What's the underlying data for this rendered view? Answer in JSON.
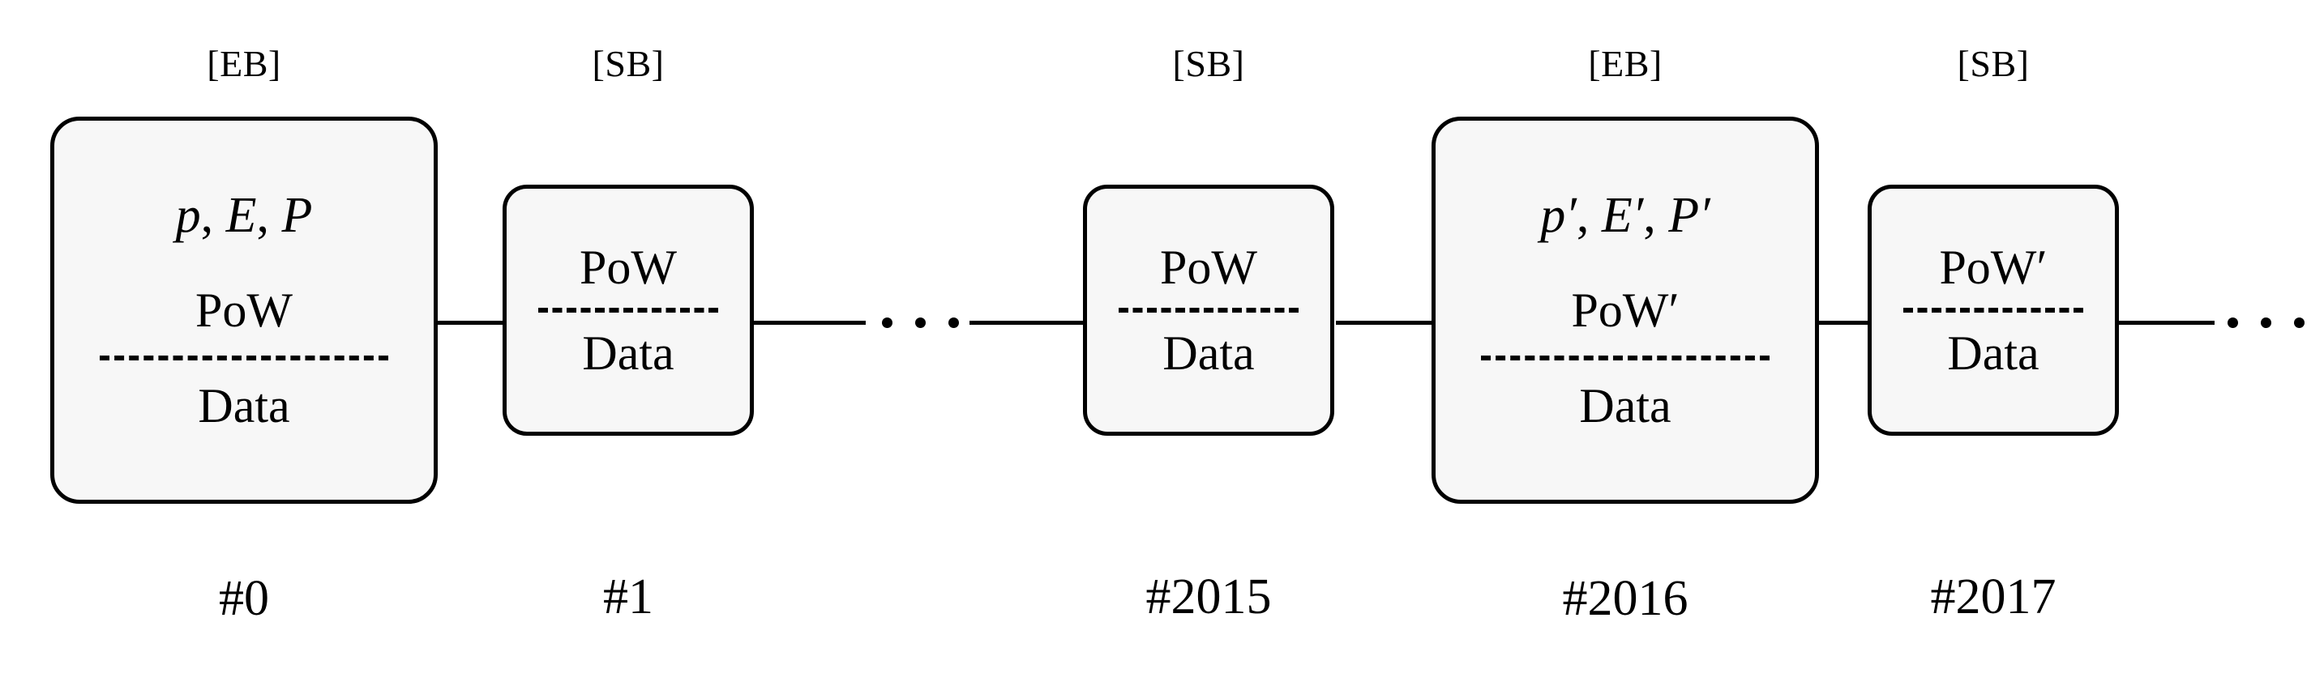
{
  "diagram": {
    "title": "Blockchain with extended blocks and standard blocks",
    "background_color": "#ffffff",
    "block_fill_color": "#f7f7f7",
    "block_stroke_color": "#000000",
    "ellipsis_glyph": "⋯"
  },
  "blocks": [
    {
      "type_label": "[EB]",
      "index_label": "#0",
      "kind": "extended",
      "params": "p, E, P",
      "params_parts": {
        "p": "p",
        "sep1": ", ",
        "E": "E",
        "sep2": ", ",
        "P": "P"
      },
      "pow": "PoW",
      "data": "Data"
    },
    {
      "type_label": "[SB]",
      "index_label": "#1",
      "kind": "standard",
      "pow": "PoW",
      "data": "Data"
    },
    {
      "type_label": "[SB]",
      "index_label": "#2015",
      "kind": "standard",
      "pow": "PoW",
      "data": "Data"
    },
    {
      "type_label": "[EB]",
      "index_label": "#2016",
      "kind": "extended",
      "params": "p′, E′, P′",
      "params_parts": {
        "p": "p′",
        "sep1": ", ",
        "E": "E′",
        "sep2": ", ",
        "P": "P′"
      },
      "pow": "PoW′",
      "data": "Data"
    },
    {
      "type_label": "[SB]",
      "index_label": "#2017",
      "kind": "standard",
      "pow": "PoW′",
      "data": "Data"
    }
  ],
  "ellipses": [
    {
      "glyph": "⋯",
      "position": "between-block-1-and-2015"
    },
    {
      "glyph": "⋯",
      "position": "after-block-2017"
    }
  ]
}
